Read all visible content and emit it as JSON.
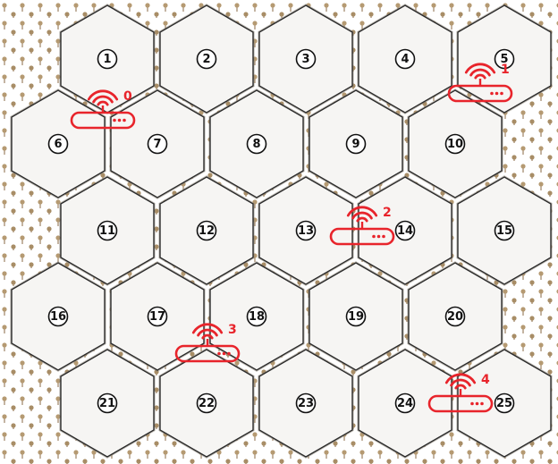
{
  "colors": {
    "background_texture": "#c9b9a0",
    "hex_fill": "#f6f5f3",
    "hex_stroke": "#2b2b2b",
    "router_red": "#e8242b",
    "number_text": "#111111"
  },
  "cells": [
    {
      "id": 1,
      "label": "1"
    },
    {
      "id": 2,
      "label": "2"
    },
    {
      "id": 3,
      "label": "3"
    },
    {
      "id": 4,
      "label": "4"
    },
    {
      "id": 5,
      "label": "5"
    },
    {
      "id": 6,
      "label": "6"
    },
    {
      "id": 7,
      "label": "7"
    },
    {
      "id": 8,
      "label": "8"
    },
    {
      "id": 9,
      "label": "9"
    },
    {
      "id": 10,
      "label": "10"
    },
    {
      "id": 11,
      "label": "11"
    },
    {
      "id": 12,
      "label": "12"
    },
    {
      "id": 13,
      "label": "13"
    },
    {
      "id": 14,
      "label": "14"
    },
    {
      "id": 15,
      "label": "15"
    },
    {
      "id": 16,
      "label": "16"
    },
    {
      "id": 17,
      "label": "17"
    },
    {
      "id": 18,
      "label": "18"
    },
    {
      "id": 19,
      "label": "19"
    },
    {
      "id": 20,
      "label": "20"
    },
    {
      "id": 21,
      "label": "21"
    },
    {
      "id": 22,
      "label": "22"
    },
    {
      "id": 23,
      "label": "23"
    },
    {
      "id": 24,
      "label": "24"
    },
    {
      "id": 25,
      "label": "25"
    }
  ],
  "routers": [
    {
      "id": 0,
      "label": "0"
    },
    {
      "id": 1,
      "label": "1"
    },
    {
      "id": 2,
      "label": "2"
    },
    {
      "id": 3,
      "label": "3"
    },
    {
      "id": 4,
      "label": "4"
    }
  ]
}
